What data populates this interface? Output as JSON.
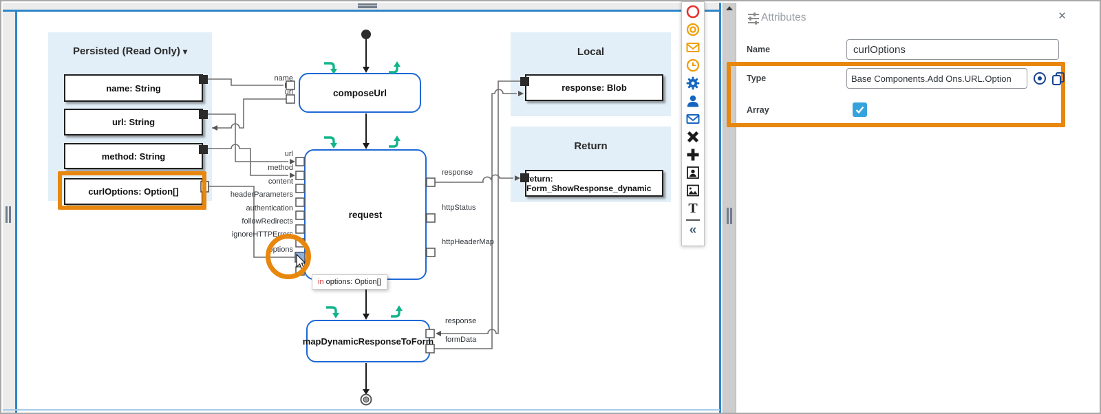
{
  "persisted_panel": {
    "title": "Persisted (Read Only)",
    "caret": "▾",
    "items": [
      "name: String",
      "url: String",
      "method: String",
      "curlOptions: Option[]"
    ]
  },
  "flow": {
    "compose_url": {
      "label": "composeUrl",
      "inputs": [
        "name",
        "url"
      ]
    },
    "request": {
      "label": "request",
      "inputs": [
        "url",
        "method",
        "content",
        "headerParameters",
        "authentication",
        "followRedirects",
        "ignoreHTTPErrors",
        "options"
      ],
      "outputs": [
        "response",
        "httpStatus",
        "httpHeaderMap"
      ]
    },
    "map_node": {
      "label": "mapDynamicResponseToForm",
      "right_ports": [
        "response",
        "formData"
      ]
    }
  },
  "local_panel": {
    "title": "Local",
    "items": [
      "response: Blob"
    ]
  },
  "return_panel": {
    "title": "Return",
    "items": [
      "return: Form_ShowResponse_dynamic"
    ]
  },
  "tooltip": {
    "keyword": "in",
    "text": "options: Option[]"
  },
  "toolbar": {
    "icons": [
      "red-circle",
      "orange-record",
      "orange-mail",
      "orange-clock",
      "gear",
      "user",
      "blue-mail",
      "cross",
      "plus",
      "portrait",
      "image",
      "text-tool",
      "collapse"
    ],
    "collapse_glyph": "«",
    "text_tool_glyph": "T"
  },
  "attributes_panel": {
    "title": "Attributes",
    "close": "×",
    "name_label": "Name",
    "name_value": "curlOptions",
    "type_label": "Type",
    "type_value": "Base Components.Add Ons.URL.Option",
    "array_label": "Array",
    "array_checked": true
  },
  "colors": {
    "accent_orange": "#E8870E",
    "node_blue": "#1E68D7",
    "panel_blue": "#E3EFF8",
    "green_arrow": "#12B48B",
    "checkbox_blue": "#35A3DB",
    "icon_navy": "#17458F"
  }
}
